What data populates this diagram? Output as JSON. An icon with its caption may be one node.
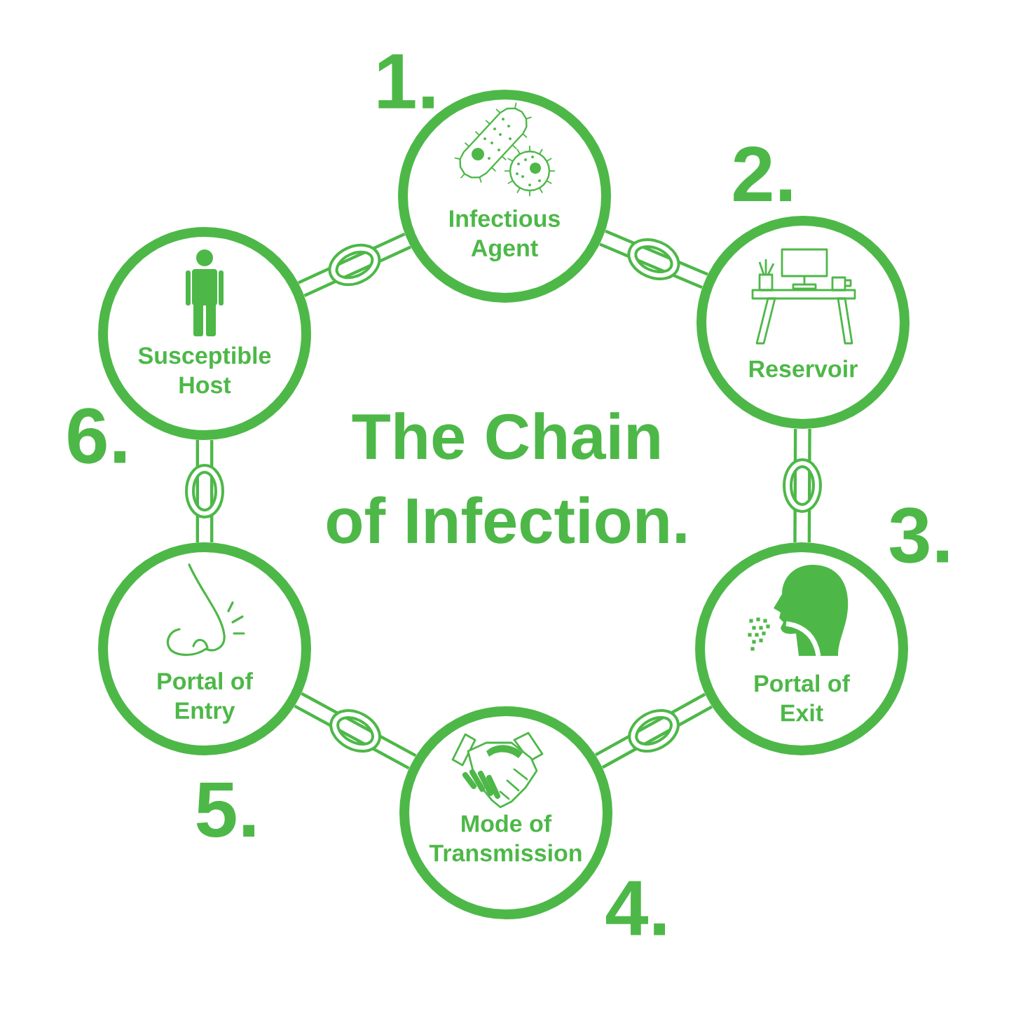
{
  "diagram": {
    "title": "The Chain of Infection.",
    "nodes": [
      {
        "text": [
          "Infectious Agent"
        ],
        "beside": [
          "1."
        ]
      },
      {
        "text": [
          "Reservoir"
        ],
        "beside": [
          "2."
        ]
      },
      {
        "text": [
          "Portal of Exit"
        ],
        "beside": [
          "3."
        ]
      },
      {
        "text": [
          "Mode of Transmission"
        ],
        "beside": [
          "4."
        ]
      },
      {
        "text": [
          "Portal of Entry"
        ],
        "beside": [
          "5."
        ]
      },
      {
        "text": [
          "Susceptible Host"
        ],
        "beside": [
          "6."
        ]
      }
    ],
    "edges": [
      {
        "from": 0,
        "to": 1,
        "arrow": "none"
      },
      {
        "from": 1,
        "to": 2,
        "arrow": "none"
      },
      {
        "from": 2,
        "to": 3,
        "arrow": "none"
      },
      {
        "from": 3,
        "to": 4,
        "arrow": "none"
      },
      {
        "from": 4,
        "to": 5,
        "arrow": "none"
      },
      {
        "from": 5,
        "to": 0,
        "arrow": "none"
      }
    ]
  }
}
